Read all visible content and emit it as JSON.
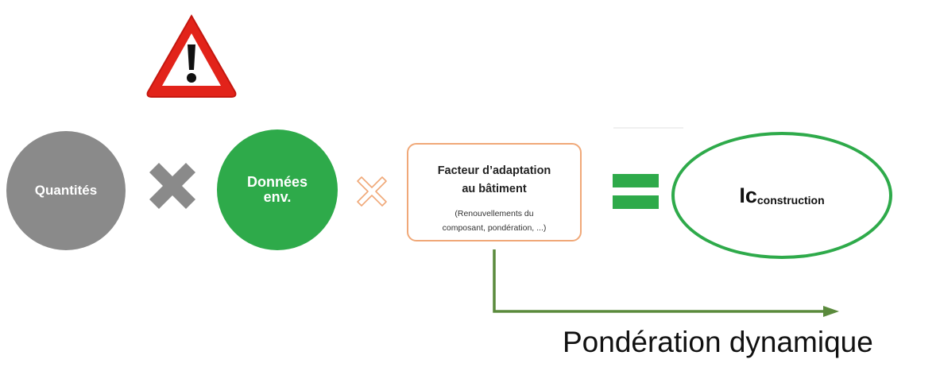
{
  "icons": {
    "warning": "warning-triangle-icon",
    "multiply_big": "multiply-icon",
    "multiply_small": "multiply-outline-icon",
    "equals": "equals-icon"
  },
  "colors": {
    "gray": "#8a8a8a",
    "green": "#2eaa4a",
    "orange": "#f0a878",
    "warning_red": "#e2231a",
    "arrow_green": "#5a8a3c"
  },
  "circles": {
    "quantites": "Quantités",
    "donnees_line1": "Données",
    "donnees_line2": "env."
  },
  "factor": {
    "title_line1": "Facteur d’adaptation",
    "title_line2": "au bâtiment",
    "subtitle_line1": "(Renouvellements du",
    "subtitle_line2": "composant, pondération, ...)"
  },
  "result": {
    "main": "Ic",
    "subscript": "construction"
  },
  "note": "Pondération dynamique"
}
